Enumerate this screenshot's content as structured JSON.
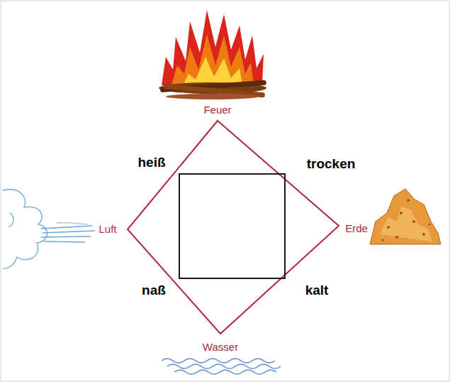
{
  "diagram": {
    "labels": [
      "Feuer",
      "heiß",
      "trocken",
      "Luft",
      "Erde",
      "naß",
      "kalt",
      "Wasser"
    ]
  }
}
